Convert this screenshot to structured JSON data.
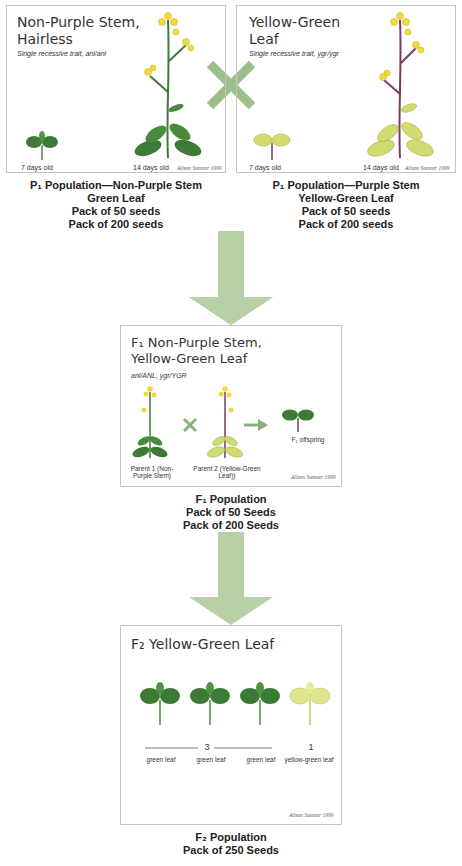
{
  "diagram": {
    "nodes": [
      {
        "text": [
          "Non-Purple Stem, Hairless",
          "Single recessive trait, anl/anl",
          "7 days old",
          "14 days old",
          "Alison Sumner 1999",
          "P₁ Population—Non-Purple Stem",
          "Green Leaf",
          "Pack of 50 seeds",
          "Pack of 200 seeds"
        ]
      },
      {
        "text": [
          "Yellow-Green Leaf",
          "Single recessive trait, ygr/ygr",
          "7 days old",
          "14 days old",
          "Alison Sumner 1999",
          "P₁ Population—Purple Stem",
          "Yellow-Green Leaf",
          "Pack of 50 seeds",
          "Pack of 200 seeds"
        ]
      },
      {
        "text": [
          "F₁ Non-Purple Stem, Yellow-Green Leaf",
          "anl/ANL, ygr/YGR",
          "Parent 1 (Non-Purple Stem)",
          "Parent 2 (Yellow-Green Leaf))",
          "F₁ offspring",
          "Alison Sumner 1999",
          "F₁ Population",
          "Pack of 50 Seeds",
          "Pack of 200 Seeds"
        ]
      },
      {
        "text": [
          "F₂ Yellow-Green Leaf",
          "3",
          "1",
          "green leaf",
          "green leaf",
          "green leaf",
          "yellow-green leaf",
          "Alison Sumner 1999",
          "F₂ Population",
          "Pack of 250 Seeds"
        ]
      }
    ],
    "edges": [
      {
        "from": 0,
        "to": 2,
        "arrow": "to"
      },
      {
        "from": 1,
        "to": 2,
        "arrow": "to"
      },
      {
        "from": 2,
        "to": 3,
        "arrow": "to"
      }
    ]
  }
}
